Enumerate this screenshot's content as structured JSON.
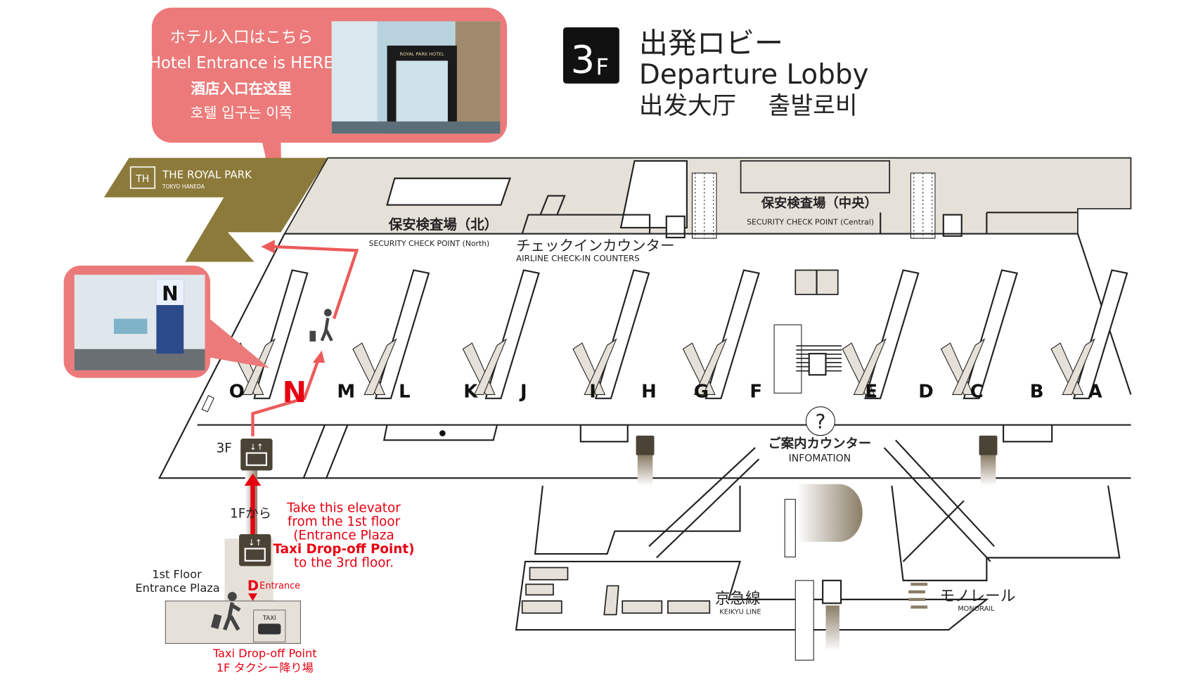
{
  "floor": {
    "badge_number": "3",
    "badge_suffix": "F",
    "title_ja": "出発ロビー",
    "title_en": "Departure Lobby",
    "title_zh_ko": "出发大厅　 출발로비"
  },
  "callout": {
    "line_ja": "ホテル入口はこちら",
    "line_en": "Hotel Entrance is HERE",
    "line_zh": "酒店入口在这里",
    "line_ko": "호텔 입구는 이쪽",
    "photo_sign": "ROYAL PARK HOTEL",
    "color": "#ec7a7a"
  },
  "hotel_logo": {
    "name": "THE ROYAL PARK",
    "sub": "TOKYO HANEDA",
    "mark": "TH"
  },
  "n_photo": {
    "sign_letter": "N"
  },
  "labels": {
    "security_north_ja": "保安検査場（北）",
    "security_north_en": "SECURITY CHECK POINT (North)",
    "checkin_ja": "チェックインカウンター",
    "checkin_en": "AIRLINE CHECK-IN COUNTERS",
    "security_central_ja": "保安検査場（中央）",
    "security_central_en": "SECURITY CHECK POINT (Central)",
    "info_ja": "ご案内カウンター",
    "info_en": "INFOMATION",
    "keikyu_ja": "京急線",
    "keikyu_en": "KEIKYU LINE",
    "monorail_ja": "モノレール",
    "monorail_en": "MONORAIL",
    "floor_3f": "3F",
    "from_1f": "1Fから",
    "first_floor_1": "1st Floor",
    "first_floor_2": "Entrance Plaza",
    "entrance_letter": "D",
    "entrance_word": "Entrance",
    "taxi_sign": "TAXI",
    "taxi_en": "Taxi Drop-off Point",
    "taxi_ja": "1F タクシー降り場",
    "instr_1": "Take this elevator",
    "instr_2": "from the 1st floor",
    "instr_3": "(Entrance Plaza",
    "instr_4": "Taxi Drop-off Point)",
    "instr_5": "to the 3rd floor."
  },
  "counters": [
    "O",
    "N",
    "M",
    "L",
    "K",
    "J",
    "I",
    "H",
    "G",
    "F",
    "E",
    "D",
    "C",
    "B",
    "A"
  ],
  "colors": {
    "accent_red": "#e60012",
    "hotel_gold": "#8c7a3a",
    "floor_beige": "#e6e1d8",
    "elevator_dark": "#4a4336"
  }
}
